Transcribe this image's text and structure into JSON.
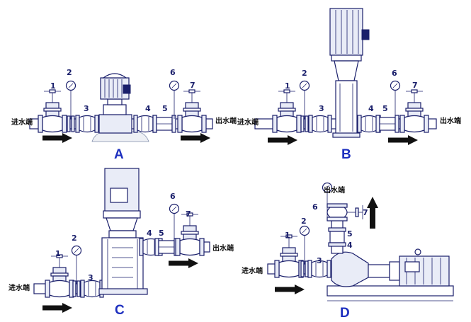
{
  "labels": {
    "inlet": "进水端",
    "outlet": "出水端"
  },
  "components": [
    "1",
    "2",
    "3",
    "4",
    "5",
    "6",
    "7"
  ],
  "panels": [
    {
      "id": "A",
      "label": "A"
    },
    {
      "id": "B",
      "label": "B"
    },
    {
      "id": "C",
      "label": "C"
    },
    {
      "id": "D",
      "label": "D"
    }
  ],
  "colors": {
    "line": "#1a1f6b",
    "panel_letter": "#1d2fbf",
    "arrow": "#111111"
  }
}
